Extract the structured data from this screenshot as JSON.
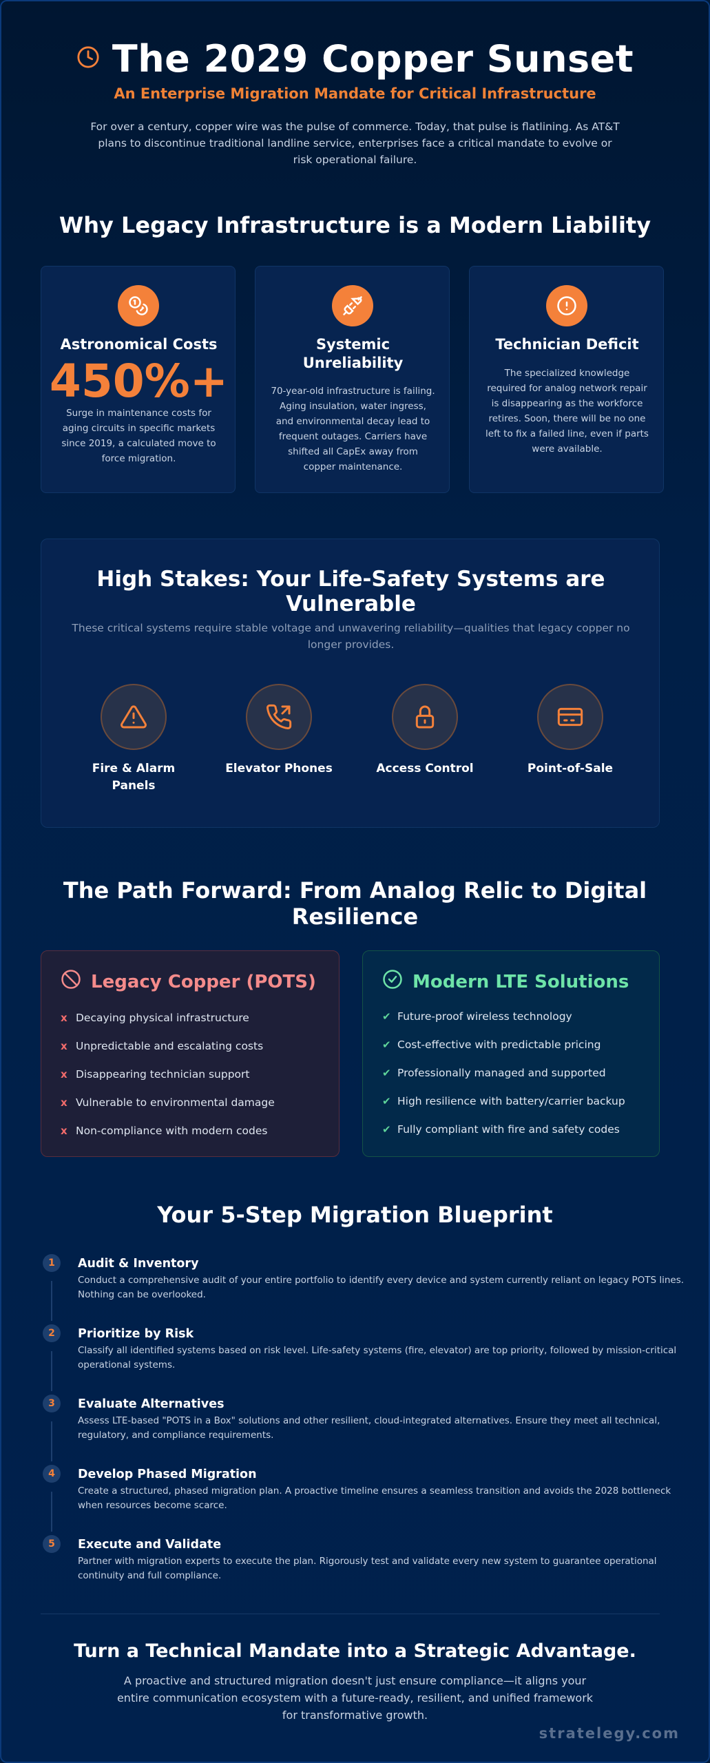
{
  "header": {
    "title": "The 2029 Copper Sunset",
    "title_icon": "clock-icon",
    "subtitle": "An Enterprise Migration Mandate for Critical Infrastructure",
    "intro": "For over a century, copper wire was the pulse of commerce. Today, that pulse is flatlining. As AT&T plans to discontinue traditional landline service, enterprises face a critical mandate to evolve or risk operational failure."
  },
  "liability": {
    "title": "Why Legacy Infrastructure is a Modern Liability",
    "cards": [
      {
        "icon": "coins-icon",
        "title": "Astronomical Costs",
        "stat": "450%+",
        "text": "Surge in maintenance costs for aging circuits in specific markets since 2019, a calculated move to force migration."
      },
      {
        "icon": "unplug-icon",
        "title": "Systemic Unreliability",
        "text": "70-year-old infrastructure is failing. Aging insulation, water ingress, and environmental decay lead to frequent outages. Carriers have shifted all CapEx away from copper maintenance."
      },
      {
        "icon": "alert-circle-icon",
        "title": "Technician Deficit",
        "text": "The specialized knowledge required for analog network repair is disappearing as the workforce retires. Soon, there will be no one left to fix a failed line, even if parts were available."
      }
    ]
  },
  "stakes": {
    "title": "High Stakes: Your Life-Safety Systems are Vulnerable",
    "text": "These critical systems require stable voltage and unwavering reliability—qualities that legacy copper no longer provides.",
    "systems": [
      {
        "icon": "warning-triangle-icon",
        "label": "Fire & Alarm Panels"
      },
      {
        "icon": "phone-icon",
        "label": "Elevator Phones"
      },
      {
        "icon": "lock-icon",
        "label": "Access Control"
      },
      {
        "icon": "credit-card-icon",
        "label": "Point-of-Sale"
      }
    ]
  },
  "path": {
    "title": "The Path Forward: From Analog Relic to Digital Resilience",
    "legacy": {
      "icon": "ban-icon",
      "title": "Legacy Copper (POTS)",
      "items": [
        "Decaying physical infrastructure",
        "Unpredictable and escalating costs",
        "Disappearing technician support",
        "Vulnerable to environmental damage",
        "Non-compliance with modern codes"
      ]
    },
    "modern": {
      "icon": "check-circle-icon",
      "title": "Modern LTE Solutions",
      "items": [
        "Future-proof wireless technology",
        "Cost-effective with predictable pricing",
        "Professionally managed and supported",
        "High resilience with battery/carrier backup",
        "Fully compliant with fire and safety codes"
      ]
    },
    "x_mark": "x",
    "check_mark": "✔"
  },
  "blueprint": {
    "title": "Your 5-Step Migration Blueprint",
    "steps": [
      {
        "num": "1",
        "title": "Audit & Inventory",
        "text": "Conduct a comprehensive audit of your entire portfolio to identify every device and system currently reliant on legacy POTS lines. Nothing can be overlooked."
      },
      {
        "num": "2",
        "title": "Prioritize by Risk",
        "text": "Classify all identified systems based on risk level. Life-safety systems (fire, elevator) are top priority, followed by mission-critical operational systems."
      },
      {
        "num": "3",
        "title": "Evaluate Alternatives",
        "text": "Assess LTE-based \"POTS in a Box\" solutions and other resilient, cloud-integrated alternatives. Ensure they meet all technical, regulatory, and compliance requirements."
      },
      {
        "num": "4",
        "title": "Develop Phased Migration",
        "text": "Create a structured, phased migration plan. A proactive timeline ensures a seamless transition and avoids the 2028 bottleneck when resources become scarce."
      },
      {
        "num": "5",
        "title": "Execute and Validate",
        "text": "Partner with migration experts to execute the plan. Rigorously test and validate every new system to guarantee operational continuity and full compliance."
      }
    ]
  },
  "cta": {
    "title": "Turn a Technical Mandate into a Strategic Advantage.",
    "text": "A proactive and structured migration doesn't just ensure compliance—it aligns your entire communication ecosystem with a future-ready, resilient, and unified framework for transformative growth."
  },
  "brand": "stratelegy.com",
  "colors": {
    "accent": "#f4813a",
    "legacy": "#f48b8b",
    "modern": "#6ee3a8",
    "background": "#001f47"
  }
}
